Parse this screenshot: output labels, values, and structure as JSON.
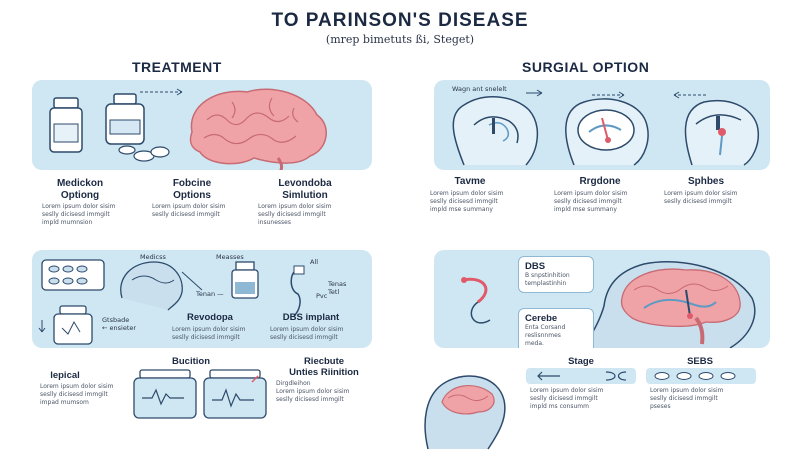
{
  "header": {
    "title": "TO PARINSON'S DISEASE",
    "subtitle": "(mrep bimetuts ßi, Steget)"
  },
  "treatment": {
    "heading": "TREATMENT",
    "columns": [
      {
        "title": "Medickon\nOptiong",
        "text": "Lorem ipsum dolor sisim\nseslly dicisesd immgilt\nimpld mumnsion"
      },
      {
        "title": "Fobcine\nOptions",
        "text": "Lorem ipsum dolor sisim\nseslly dicisesd immgilt"
      },
      {
        "title": "Levondoba\nSimlution",
        "text": "Lorem ipsum dolor sisim\nseslly dicisesd immgilt\ninsunesses"
      }
    ]
  },
  "surgical": {
    "heading": "SURGIAL OPTION",
    "panel_label": "Wagn ant snelelt",
    "columns": [
      {
        "title": "Tavme",
        "text": "Lorem ipsum dolor sisim\nseslly dicisesd immgilt\nimpld mse summany"
      },
      {
        "title": "Rrgdone",
        "text": "Lorem ipsum dolor sisim\nseslly dicisesd immgilt\nimpld mse summany"
      },
      {
        "title": "Sphbes",
        "text": "Lorem ipsum dolor sisim\nseslly dicisesd immgilt"
      }
    ]
  },
  "lower_left": {
    "labels": {
      "medicas": "Medicss",
      "measses": "Measses",
      "all": "All",
      "tenan": "Tenan —",
      "tenas": "Tenas\nTetl",
      "pvc": "Pvc",
      "gtsbade": "Gtsbade\n← ensieter"
    },
    "revodopa": {
      "title": "Revodopa",
      "text": "Lorem ipsum dolor sisim\nseslly dicisesd immgilt"
    },
    "dbs_implant": {
      "title": "DBS implant",
      "text": "Lorem ipsum dolor sisim\nseslly dicisesd immgilt"
    },
    "bottom": [
      {
        "title": "lepical",
        "text": "Lorem ipsum dolor sisim\nseslly dicisesd immgilt\nimpad mumsom"
      },
      {
        "title": "Bucition",
        "text": ""
      },
      {
        "title": "Riecbute\nUnties Riinition",
        "text": "Dirgdleihon\nLorem ipsum dolor sisim\nseslly dicisesd immgilt"
      }
    ]
  },
  "lower_right": {
    "dbs_callout": {
      "title": "DBS",
      "text": "B snpstinhition\ntemplastinhin"
    },
    "cerebe_callout": {
      "title": "Cerebe",
      "text": "Enta Corsand\nreslisnnmes\nmeda."
    },
    "bottom": [
      {
        "title": "Stage",
        "text": "Lorem ipsum dolor sisim\nseslly dicisesd immgilt\nimpld ms consumm"
      },
      {
        "title": "SEBS",
        "text": "Lorem ipsum dolor sisim\nseslly dicisesd immgilt\npseses"
      }
    ]
  },
  "colors": {
    "panel": "#cfe7f3",
    "brain_pink": "#f0a3a6",
    "brain_line": "#c76a73",
    "outline": "#2d4a6b",
    "accent_blue": "#5f9ac4"
  }
}
